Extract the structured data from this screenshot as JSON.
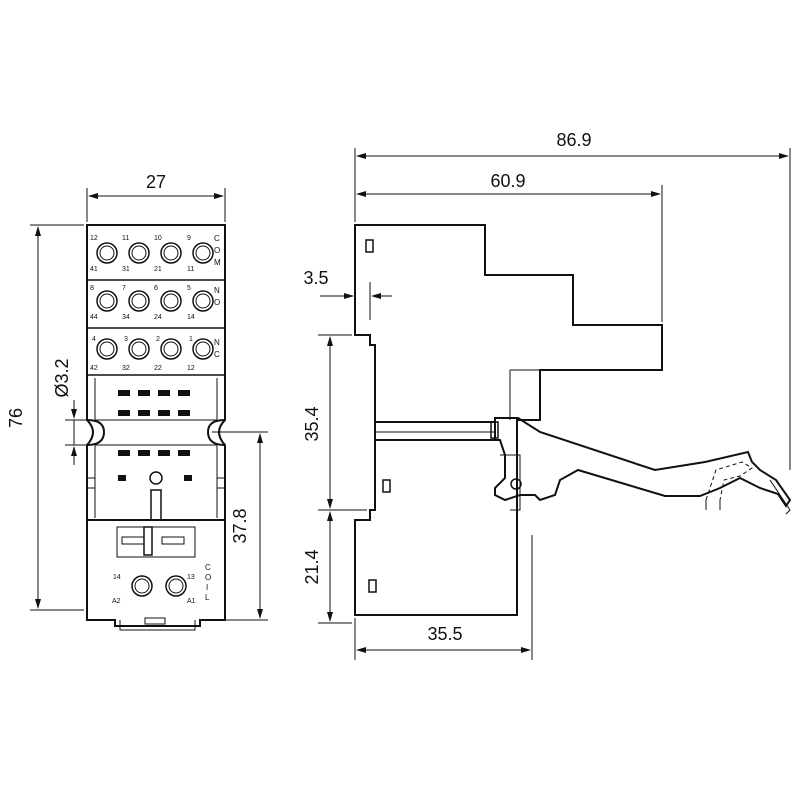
{
  "dimensions": {
    "front_width": "27",
    "front_height": "76",
    "hole_diameter": "Ø3.2",
    "lower_height": "37.8",
    "total_depth": "86.9",
    "relay_depth": "60.9",
    "rail_offset": "3.5",
    "rail_height": "35.4",
    "lower_section": "21.4",
    "base_width": "35.5"
  },
  "terminals": {
    "row1_top": [
      "12",
      "11",
      "10",
      "9"
    ],
    "row1_bottom": [
      "41",
      "31",
      "21",
      "11"
    ],
    "row2_top": [
      "8",
      "7",
      "6",
      "5"
    ],
    "row2_bottom": [
      "44",
      "34",
      "24",
      "14"
    ],
    "row3_top": [
      "4",
      "3",
      "2",
      "1"
    ],
    "row3_bottom": [
      "42",
      "32",
      "22",
      "12"
    ],
    "coil_top": [
      "14",
      "13"
    ],
    "coil_bottom": [
      "A2",
      "A1"
    ]
  },
  "side_labels": {
    "row1": [
      "C",
      "O",
      "M"
    ],
    "row2": [
      "N",
      "O"
    ],
    "row3": [
      "N",
      "C"
    ],
    "coil": [
      "C",
      "O",
      "I",
      "L"
    ]
  }
}
